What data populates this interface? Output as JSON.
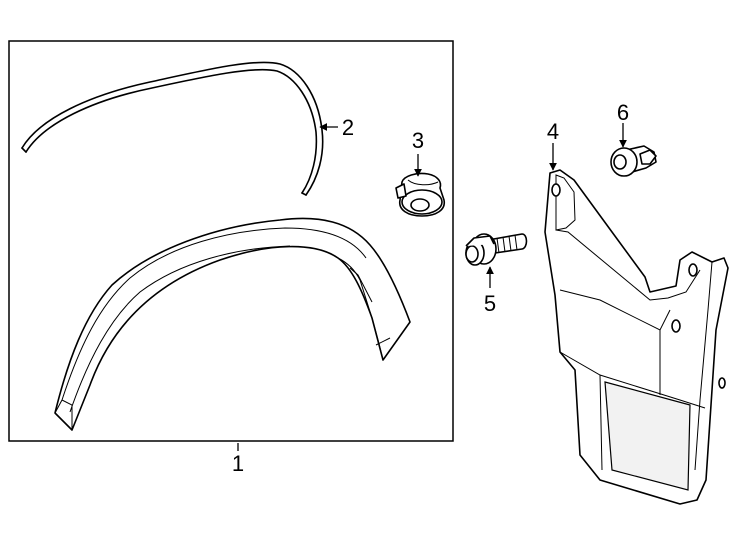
{
  "callouts": {
    "p1": "1",
    "p2": "2",
    "p3": "3",
    "p4": "4",
    "p5": "5",
    "p6": "6"
  },
  "colors": {
    "line": "#000000",
    "background": "#ffffff"
  }
}
